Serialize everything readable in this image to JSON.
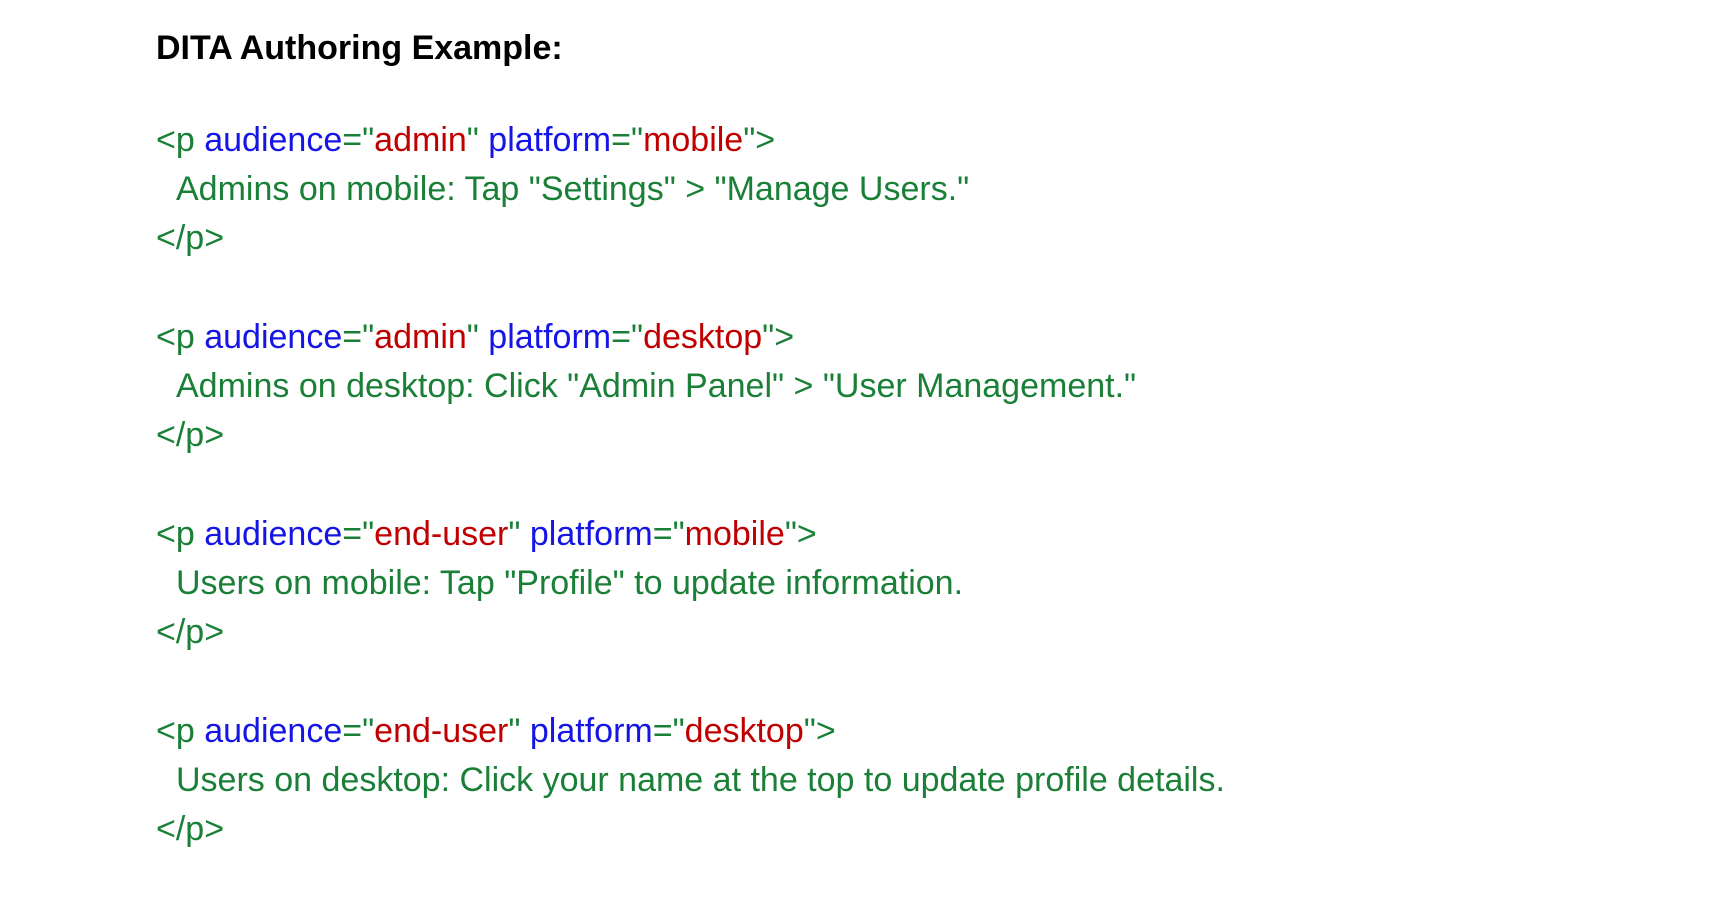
{
  "heading": "DITA Authoring Example:",
  "syntax": {
    "open_tag": "<p ",
    "eq_quote": "=\"",
    "close_quote_space": "\" ",
    "close_quote_gt": "\">",
    "close_tag": "</p>"
  },
  "colors": {
    "tag": "#1a7f37",
    "attribute": "#1515e6",
    "value": "#c00000",
    "heading": "#000000"
  },
  "blocks": [
    {
      "audience_attr": "audience",
      "audience_value": "admin",
      "platform_attr": "platform",
      "platform_value": "mobile",
      "content": "Admins on mobile: Tap \"Settings\" > \"Manage Users.\""
    },
    {
      "audience_attr": "audience",
      "audience_value": "admin",
      "platform_attr": "platform",
      "platform_value": "desktop",
      "content": "Admins on desktop: Click \"Admin Panel\" > \"User Management.\""
    },
    {
      "audience_attr": "audience",
      "audience_value": "end-user",
      "platform_attr": "platform",
      "platform_value": "mobile",
      "content": "Users on mobile: Tap \"Profile\" to update information."
    },
    {
      "audience_attr": "audience",
      "audience_value": "end-user",
      "platform_attr": "platform",
      "platform_value": "desktop",
      "content": "Users on desktop: Click your name at the top to update profile details."
    }
  ]
}
